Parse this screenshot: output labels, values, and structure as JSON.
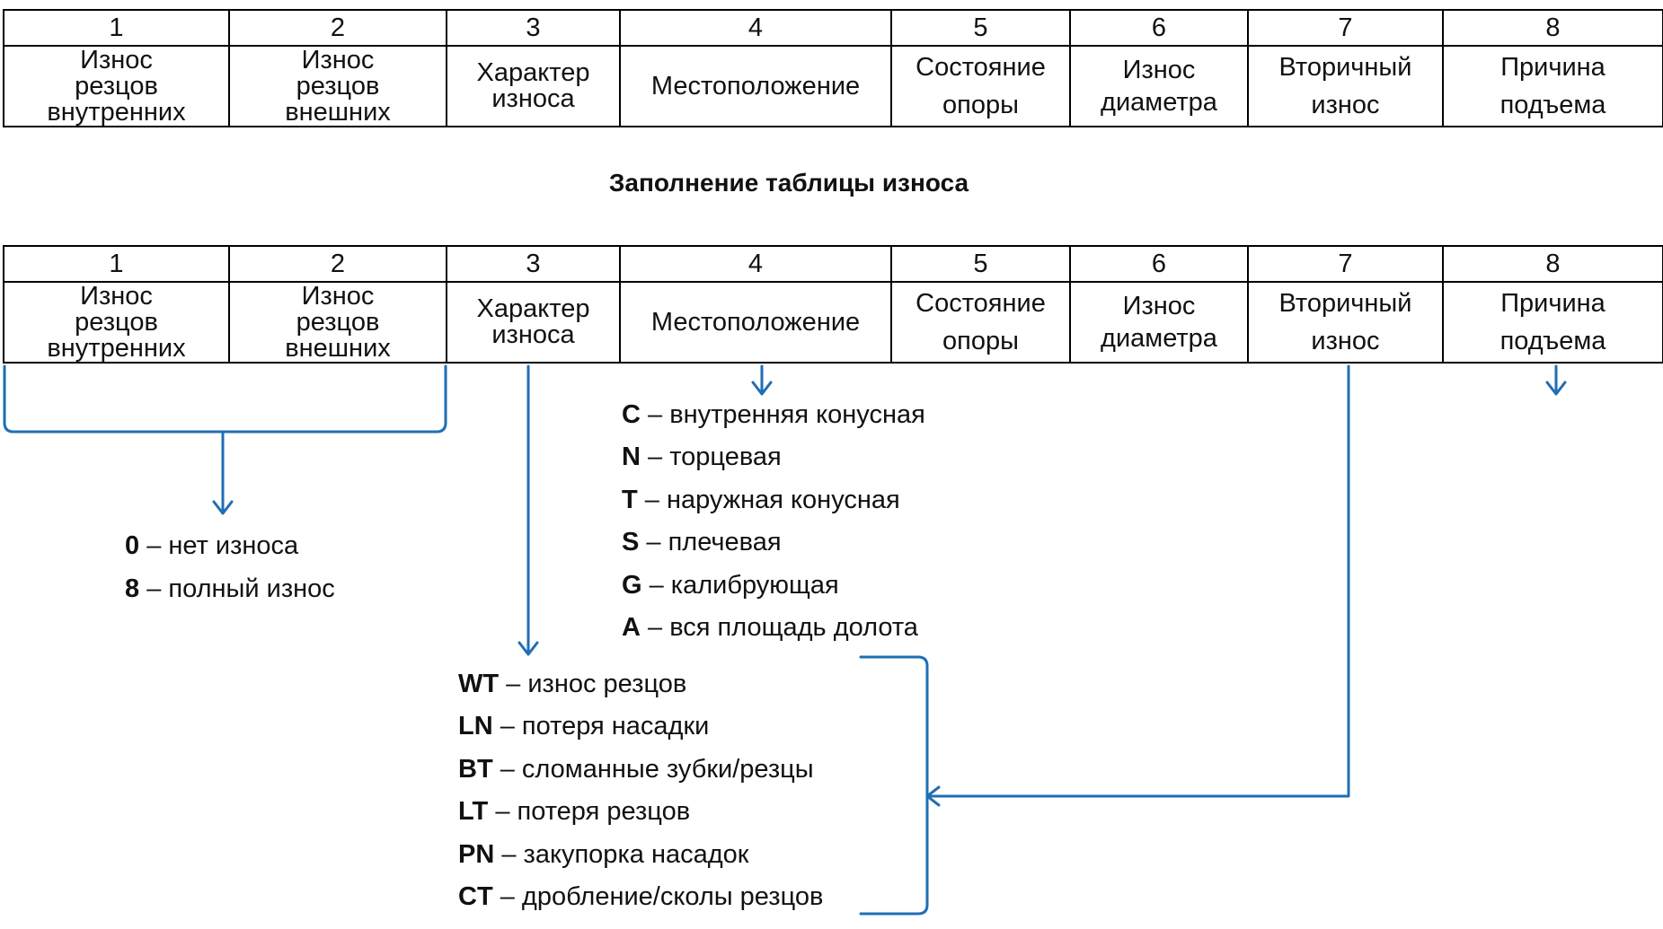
{
  "header": {
    "numbers": [
      "1",
      "2",
      "3",
      "4",
      "5",
      "6",
      "7",
      "8"
    ],
    "columns": [
      [
        "Износ",
        "резцов",
        "внутренних"
      ],
      [
        "Износ",
        "резцов",
        "внешних"
      ],
      [
        "Характер",
        "износа"
      ],
      [
        "Местоположение"
      ],
      [
        "Состояние",
        "опоры"
      ],
      [
        "Износ",
        "диаметра"
      ],
      [
        "Вторичный",
        "износ"
      ],
      [
        "Причина",
        "подъема"
      ]
    ]
  },
  "title": "Заполнение таблицы износа",
  "legend_wear": [
    {
      "code": "0",
      "text": " – нет износа"
    },
    {
      "code": "8",
      "text": " – полный износ"
    }
  ],
  "legend_location": [
    {
      "code": "C",
      "text": " – внутренняя конусная"
    },
    {
      "code": "N",
      "text": " – торцевая"
    },
    {
      "code": "T",
      "text": " – наружная конусная"
    },
    {
      "code": "S",
      "text": " – плечевая"
    },
    {
      "code": "G",
      "text": " – калибрующая"
    },
    {
      "code": "A",
      "text": " – вся площадь долота"
    }
  ],
  "legend_char": [
    {
      "code": "WT",
      "text": " – износ резцов"
    },
    {
      "code": "LN",
      "text": " – потеря насадки"
    },
    {
      "code": "BT",
      "text": " – сломанные зубки/резцы"
    },
    {
      "code": "LT",
      "text": " – потеря резцов"
    },
    {
      "code": "PN",
      "text": " – закупорка насадок"
    },
    {
      "code": "CT",
      "text": " – дробление/сколы резцов"
    }
  ],
  "colors": {
    "arrow": "#1f6eb4",
    "border": "#000000"
  }
}
